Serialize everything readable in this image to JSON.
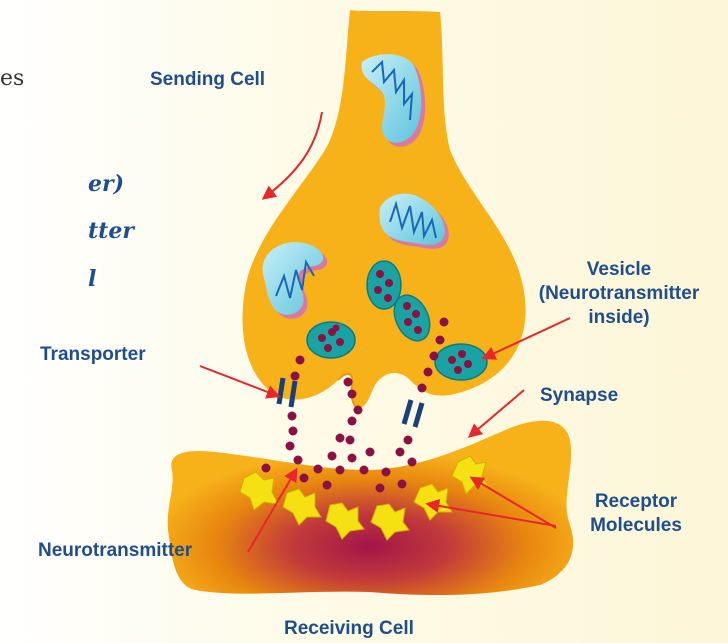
{
  "left_fragments": [
    "es",
    "er)",
    "tter",
    "l"
  ],
  "labels": {
    "sending_cell": "Sending Cell",
    "vesicle": "Vesicle\n(Neurotransmitter\ninside)",
    "transporter": "Transporter",
    "synapse": "Synapse",
    "receptor": "Receptor\nMolecules",
    "neurotransmitter": "Neurotransmitter",
    "receiving_cell": "Receiving Cell"
  },
  "colors": {
    "cell": "#f7b21a",
    "cell_shadow": "#e8960a",
    "mito": "#8fd6e6",
    "vesicle": "#1aa3a3",
    "dot": "#8b1144",
    "receptor": "#f5e012",
    "arrow": "#e8262b",
    "transporter": "#1b3f7a",
    "label": "#1f4e8c"
  }
}
